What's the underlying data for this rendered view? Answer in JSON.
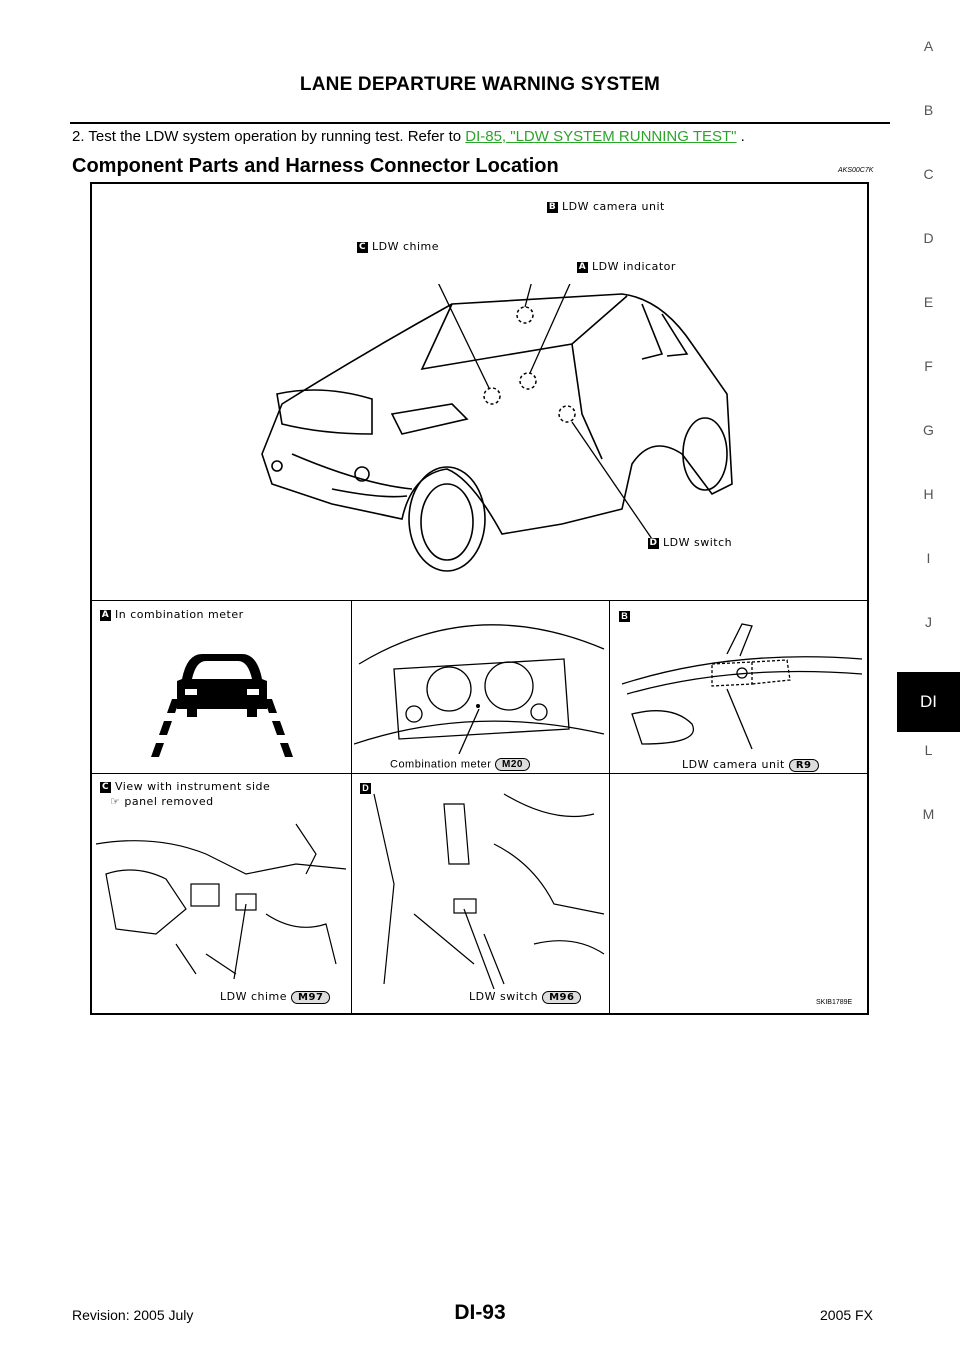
{
  "header": {
    "title": "LANE DEPARTURE WARNING SYSTEM"
  },
  "step": {
    "text": "2.  Test the LDW system operation by running test. Refer to ",
    "link": "DI-85, \"LDW SYSTEM RUNNING TEST\"",
    "suffix": " ."
  },
  "section": {
    "title": "Component Parts and Harness Connector Location",
    "code": "AKS00C7K"
  },
  "sidebar": {
    "letters": [
      "A",
      "B",
      "C",
      "D",
      "E",
      "F",
      "G",
      "H",
      "I",
      "J",
      "L",
      "M"
    ],
    "active": "DI"
  },
  "figure": {
    "main": {
      "keyB": "B",
      "camera": "LDW camera unit",
      "keyC": "C",
      "chime": "LDW chime",
      "keyA": "A",
      "indicator": "LDW indicator",
      "keyD": "D",
      "switch": "LDW switch"
    },
    "panelA": {
      "key": "A",
      "caption": "In combination meter"
    },
    "panelMeter": {
      "label": "Combination meter",
      "connector": "M20"
    },
    "panelB": {
      "key": "B",
      "label": "LDW camera unit",
      "connector": "R9"
    },
    "panelC": {
      "key": "C",
      "caption1": "View with instrument side",
      "caption2": "panel removed",
      "label": "LDW chime",
      "connector": "M97"
    },
    "panelD": {
      "key": "D",
      "label": "LDW switch",
      "connector": "M96"
    },
    "code": "SKIB1789E"
  },
  "footer": {
    "revision": "Revision: 2005 July",
    "page": "DI-93",
    "model": "2005 FX"
  }
}
